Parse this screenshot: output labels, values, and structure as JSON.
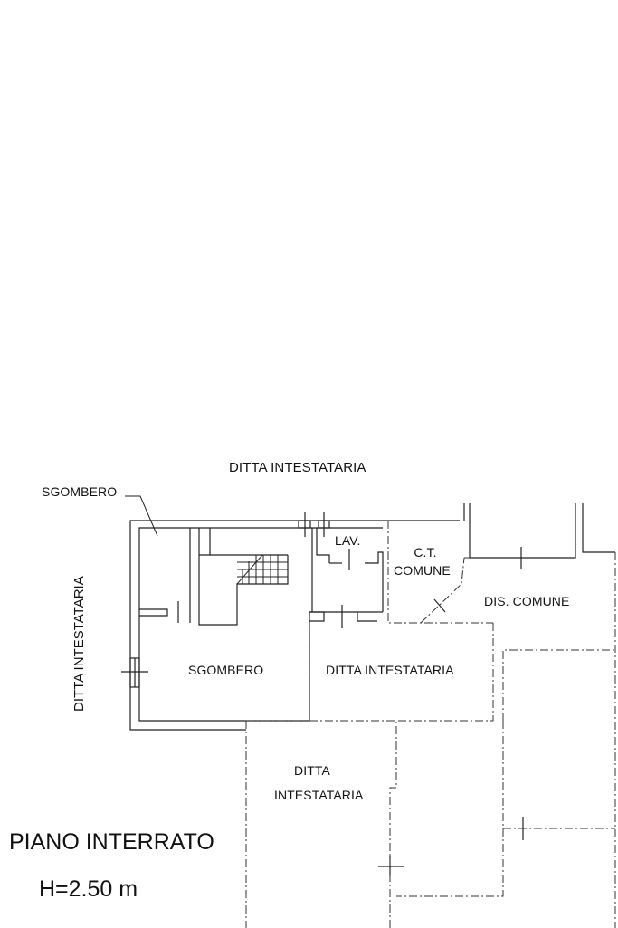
{
  "labels": {
    "top_ditta": "DITTA INTESTATARIA",
    "sgombero_small": "SGOMBERO",
    "side_ditta": "DITTA INTESTATARIA",
    "lav": "LAV.",
    "ct_line1": "C.T.",
    "ct_line2": "COMUNE",
    "dis_comune": "DIS. COMUNE",
    "sgombero_main": "SGOMBERO",
    "ditta_mid": "DITTA INTESTATARIA",
    "ditta_bottom_line1": "DITTA",
    "ditta_bottom_line2": "INTESTATARIA"
  },
  "title": {
    "floor": "PIANO INTERRATO",
    "height": "H=2.50 m"
  }
}
